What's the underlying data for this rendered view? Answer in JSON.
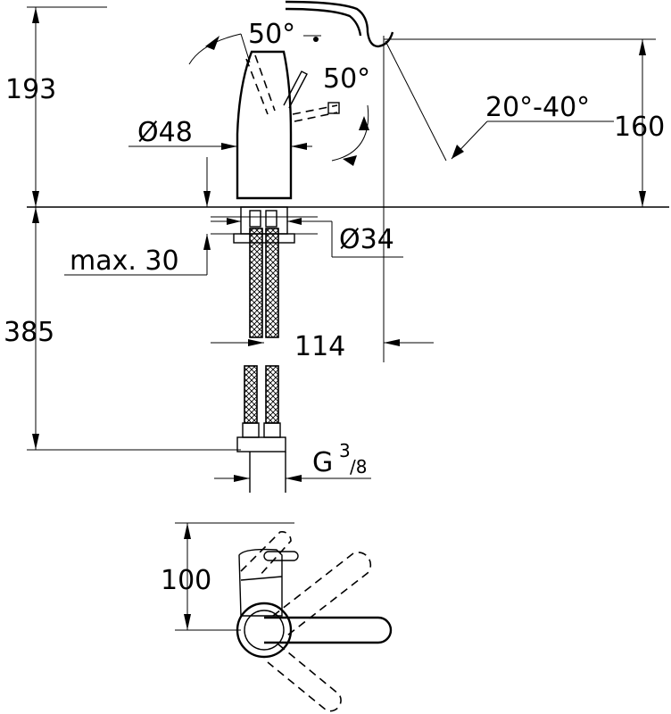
{
  "labels": {
    "height_total": "193",
    "height_spout": "160",
    "lever_angle_front": "50°",
    "lever_angle_side": "50°",
    "spout_angle": "20°-40°",
    "body_diameter": "Ø48",
    "hole_diameter": "Ø34",
    "max_thickness": "max. 30",
    "hose_length": "385",
    "projection": "114",
    "thread": "G",
    "thread_num": "3",
    "thread_den": "/8",
    "top_view_depth": "100"
  }
}
